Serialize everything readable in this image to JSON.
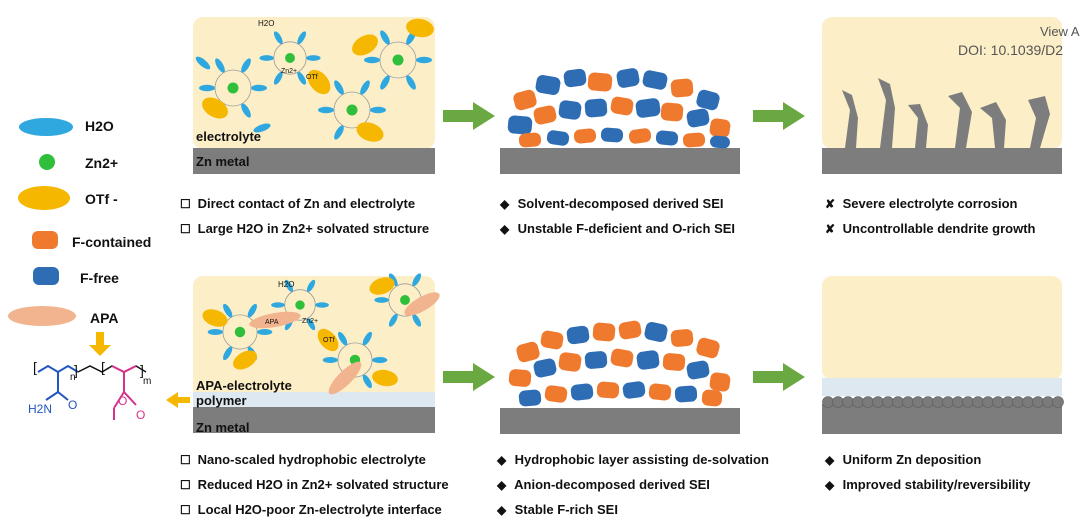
{
  "watermark": {
    "view": "View A",
    "doi": "DOI: 10.1039/D2"
  },
  "colors": {
    "water": "#2fa8e0",
    "zn": "#2fbf3a",
    "otf": "#f5b700",
    "f_contained": "#ef7a2e",
    "f_free": "#2e6db4",
    "apa": "#f2b38f",
    "panel": "#fcefc8",
    "metal": "#7d7d7d",
    "arrow": "#6aa842",
    "pink": "#d6328a",
    "blue_chain": "#1f56c0",
    "arrow_left": "#f5b700"
  },
  "legend": {
    "water": "H2O",
    "zn": "Zn2+",
    "otf": "OTf -",
    "f_contained": "F-contained",
    "f_free": "F-free",
    "apa": "APA"
  },
  "chem": {
    "n": "n",
    "m": "m",
    "nh2": "H2N",
    "o1": "O",
    "o2": "O",
    "o3": "O"
  },
  "top": {
    "panel_label": "electrolyte",
    "metal_label": "Zn metal",
    "mini_h2o": "H2O",
    "mini_zn": "Zn2+",
    "mini_otf": "OTf",
    "bullets_left": [
      "Direct contact of Zn and electrolyte",
      "Large H2O in Zn2+ solvated structure"
    ],
    "bullets_mid": [
      "Solvent-decomposed derived SEI",
      "Unstable F-deficient and O-rich SEI"
    ],
    "bullets_right": [
      "Severe electrolyte corrosion",
      "Uncontrollable dendrite growth"
    ]
  },
  "bottom": {
    "panel_label": "APA-electrolyte",
    "panel_label2": "polymer",
    "metal_label": "Zn metal",
    "mini_h2o": "H2O",
    "mini_zn": "Zn2+",
    "mini_otf": "OTf",
    "mini_apa": "APA",
    "bullets_left": [
      "Nano-scaled hydrophobic electrolyte",
      "Reduced H2O in Zn2+ solvated structure",
      "Local H2O-poor Zn-electrolyte interface"
    ],
    "bullets_mid": [
      "Hydrophobic layer assisting de-solvation",
      "Anion-decomposed derived SEI",
      "Stable F-rich SEI"
    ],
    "bullets_right": [
      "Uniform Zn deposition",
      "Improved stability/reversibility"
    ]
  }
}
